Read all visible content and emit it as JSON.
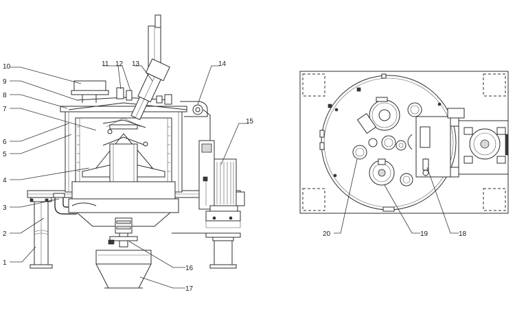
{
  "diagram": {
    "side_view_callouts": [
      "1",
      "2",
      "3",
      "4",
      "5",
      "6",
      "7",
      "8",
      "9",
      "10",
      "11",
      "12",
      "13",
      "14",
      "15",
      "16",
      "17"
    ],
    "top_view_callouts": [
      "18",
      "19",
      "20"
    ]
  }
}
